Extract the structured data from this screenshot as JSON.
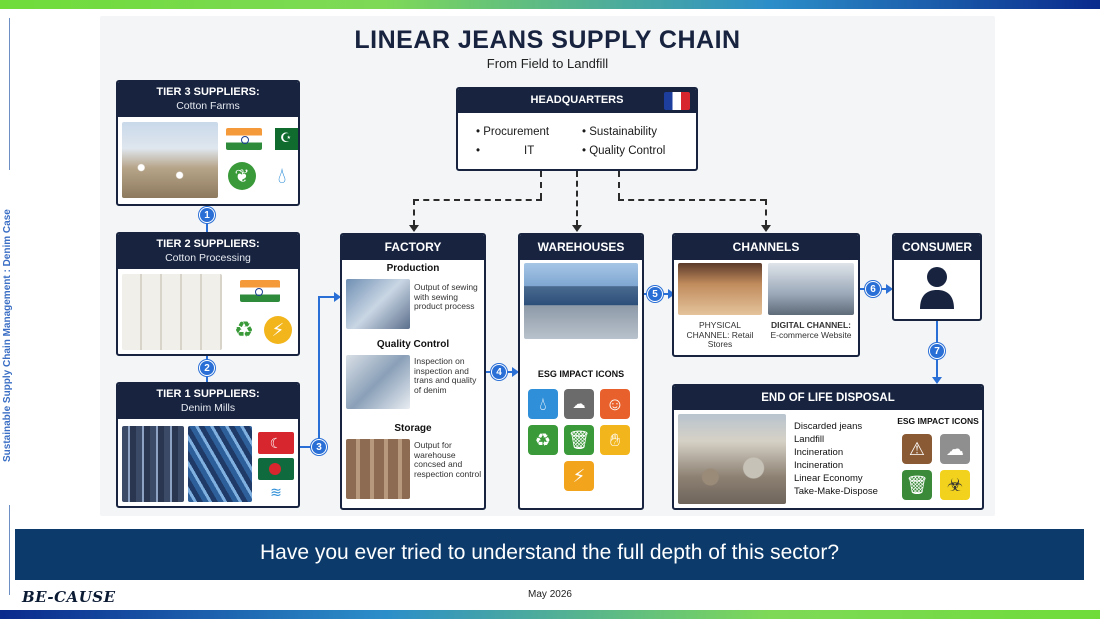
{
  "slide": {
    "side_text": "Sustainable Supply Chain Management : Denim Case",
    "caption": "Have you ever tried to understand the full depth of this sector?",
    "logo": "BE-CAUSE",
    "date": "May 2026"
  },
  "infographic": {
    "title": "LINEAR JEANS SUPPLY CHAIN",
    "subtitle": "From Field to Landfill",
    "tier3": {
      "title": "TIER 3 SUPPLIERS:",
      "subtitle": "Cotton Farms"
    },
    "tier2": {
      "title": "TIER 2 SUPPLIERS:",
      "subtitle": "Cotton Processing"
    },
    "tier1": {
      "title": "TIER 1 SUPPLIERS:",
      "subtitle": "Denim Mills"
    },
    "headquarters": {
      "title": "HEADQUARTERS",
      "items": [
        "• Procurement",
        "• Sustainability",
        "•",
        "IT",
        "• Quality Control"
      ]
    },
    "factory": {
      "title": "FACTORY",
      "production": {
        "title": "Production",
        "text": "Output of sewing with sewing product process"
      },
      "quality": {
        "title": "Quality Control",
        "text": "Inspection on inspection and trans and quality of denim"
      },
      "storage": {
        "title": "Storage",
        "text": "Output for warehouse concsed and respection control"
      }
    },
    "warehouses": {
      "title": "WAREHOUSES",
      "esg_label": "ESG IMPACT ICONS"
    },
    "channels": {
      "title": "CHANNELS",
      "physical": "PHYSICAL CHANNEL: Retail Stores",
      "digital_title": "DIGITAL CHANNEL:",
      "digital_sub": "E-commerce Website"
    },
    "consumer": {
      "title": "CONSUMER"
    },
    "end_of_life": {
      "title": "END OF LIFE DISPOSAL",
      "items": [
        "Discarded jeans",
        "Landfill",
        "Incineration",
        "Incineration",
        "Linear Economy",
        "Take-Make-Dispose"
      ],
      "esg_label": "ESG IMPACT ICONS"
    },
    "steps": [
      "1",
      "2",
      "3",
      "4",
      "5",
      "6",
      "7"
    ]
  },
  "colors": {
    "navy": "#17233f",
    "caption_bg": "#0b3a6b",
    "flow_blue": "#2a6fd6",
    "side_text": "#3a6ec4"
  },
  "icons": {
    "tier3": [
      "leaf-icon",
      "water-drop-icon"
    ],
    "tier2": [
      "recycle-icon",
      "lightning-icon"
    ],
    "tier1": [
      "waves-icon"
    ],
    "warehouse_esg": [
      "water-drop-icon",
      "cloud-co2-icon",
      "worker-icon",
      "recycle-icon",
      "trash-icon",
      "hands-icon",
      "lightning-icon"
    ],
    "eol_esg": [
      "hazard-icon",
      "smoke-icon",
      "trash-icon",
      "toxic-icon"
    ]
  }
}
